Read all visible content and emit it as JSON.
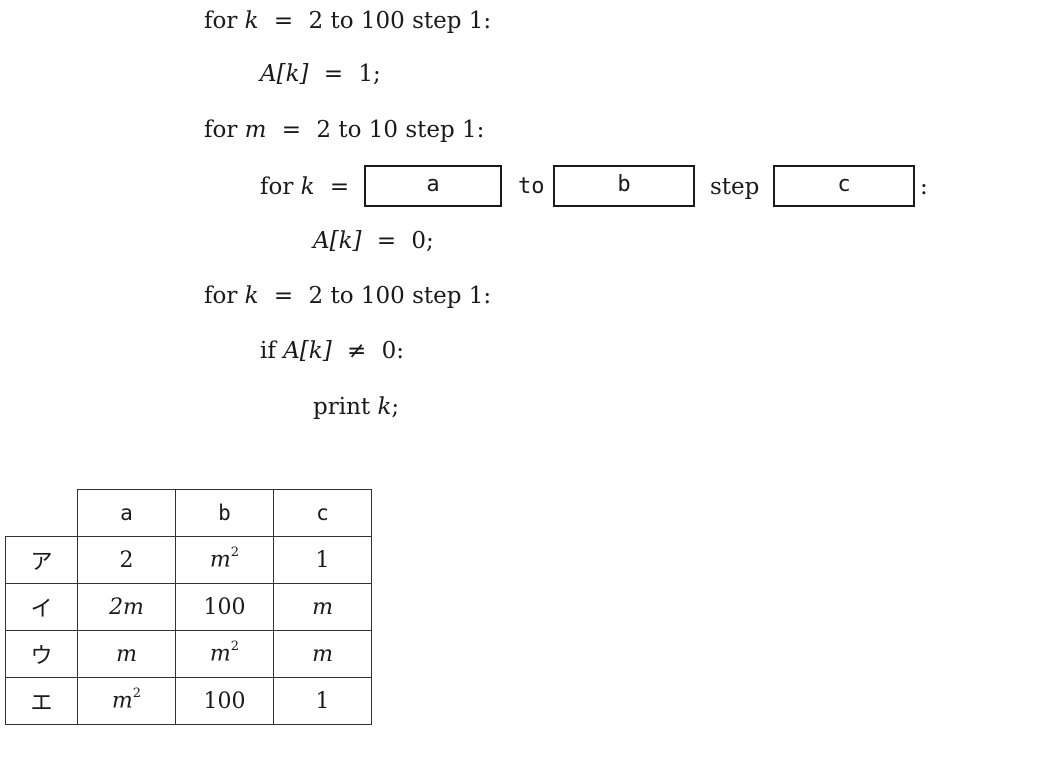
{
  "code": {
    "line1": {
      "kw": "for",
      "var": "k",
      "op": "=",
      "rest": "2 to 100 step 1:"
    },
    "line2": {
      "var": "A[k]",
      "op": "=",
      "rest": "1;"
    },
    "line3": {
      "kw": "for",
      "var": "m",
      "op": "=",
      "rest": "2 to 10 step 1:"
    },
    "line4": {
      "kw": "for",
      "var": "k",
      "op": "=",
      "blank_a": "a",
      "to": "to",
      "blank_b": "b",
      "step": "step",
      "blank_c": "c",
      "colon": ":"
    },
    "line5": {
      "var": "A[k]",
      "op": "=",
      "rest": "0;"
    },
    "line6": {
      "kw": "for",
      "var": "k",
      "op": "=",
      "rest": "2 to 100 step 1:"
    },
    "line7": {
      "kw": "if",
      "var": "A[k]",
      "op": "≠",
      "rest": "0:"
    },
    "line8": {
      "kw": "print",
      "var": "k",
      "rest": ";"
    }
  },
  "table": {
    "headers": [
      "a",
      "b",
      "c"
    ],
    "rows": [
      {
        "label": "ア",
        "a": "2",
        "b": "m",
        "b_sup": "2",
        "c": "1"
      },
      {
        "label": "イ",
        "a": "2m",
        "b": "100",
        "c": "m"
      },
      {
        "label": "ウ",
        "a": "m",
        "b": "m",
        "b_sup": "2",
        "c": "m"
      },
      {
        "label": "エ",
        "a": "m",
        "a_sup": "2",
        "b": "100",
        "c": "1"
      }
    ]
  }
}
